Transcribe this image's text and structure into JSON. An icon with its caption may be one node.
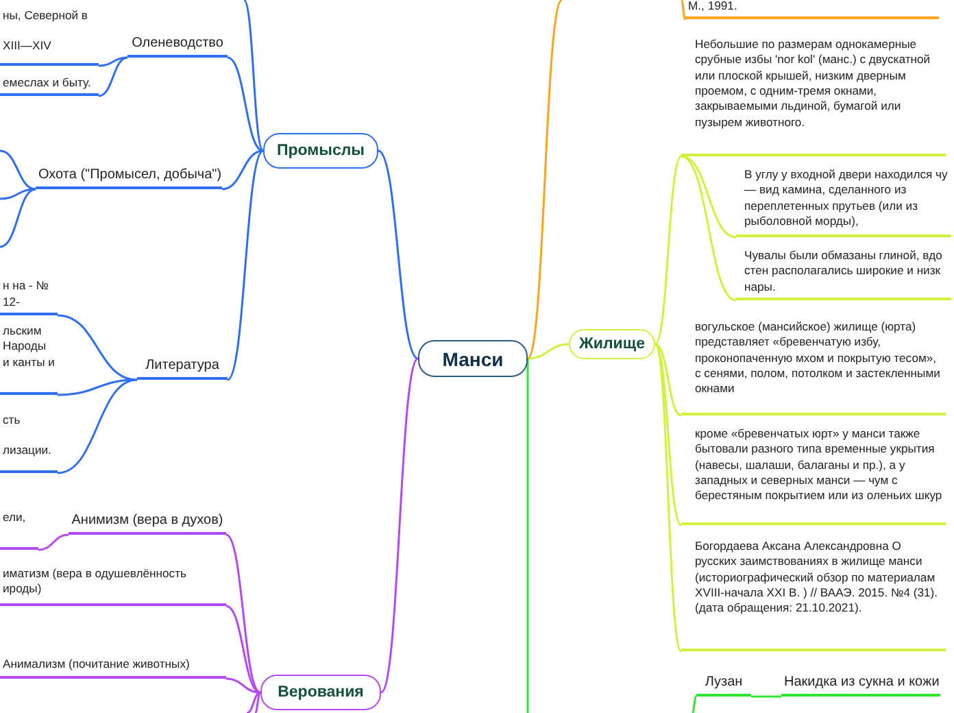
{
  "diagram": {
    "nodes": [
      {
        "text": [
          "Манси"
        ]
      },
      {
        "text": [
          "Промыслы"
        ]
      },
      {
        "text": [
          "Оленеводство"
        ]
      },
      {
        "text": [
          "ны, Северной в XIII—XIV"
        ]
      },
      {
        "text": [
          "емеслах и быту."
        ]
      },
      {
        "text": [
          "Охота (\"Промысел, добыча\")"
        ]
      },
      {
        "text": [
          "Литература"
        ]
      },
      {
        "text": [
          "н на - № 12-"
        ]
      },
      {
        "text": [
          "льским Народы и канты и"
        ]
      },
      {
        "text": [
          "сть лизации."
        ]
      },
      {
        "text": [
          "Верования"
        ]
      },
      {
        "text": [
          "Анимизм (вера в духов)"
        ]
      },
      {
        "text": [
          "ели,"
        ]
      },
      {
        "text": [
          "иматизм (вера в одушевлённость ироды)"
        ]
      },
      {
        "text": [
          "Анимализм (почитание животных)"
        ]
      },
      {
        "text": [
          "М., 1991."
        ]
      },
      {
        "text": [
          "Жилище"
        ]
      },
      {
        "text": [
          "Небольшие по размерам однокамерные срубные избы 'nor kol' (манс.) с двускатной или плоской крышей, низким дверным проемом, с одним-тремя окнами, закрываемыми льдиной, бумагой или пузырем животного."
        ]
      },
      {
        "text": [
          "В углу у входной двери находился чу — вид камина, сделанного из переплетенных прутьев (или из рыболовной морды),"
        ]
      },
      {
        "text": [
          "Чувалы были обмазаны глиной, вдо стен располагались широкие и низк нары."
        ]
      },
      {
        "text": [
          "вогульское (мансийское) жилище (юрта) представляет «бревенчатую избу, проконопаченную мхом и покрытую тесом», с сенями, полом, потолком и застекленными окнами"
        ]
      },
      {
        "text": [
          "кроме «бревенчатых юрт» у манси также бытовали разного типа временные укрытия (навесы, шалаши, балаганы и пр.), а у западных и северных манси — чум с берестяным покрытием или из оленьих шкур"
        ]
      },
      {
        "text": [
          "Богордаева Аксана Александровна О русских заимствованиях в жилище манси (историографический обзор по материалам XVIII-начала XXI В. ) // ВААЭ. 2015. №4 (31). (дата обращения: 21.10.2021)."
        ]
      },
      {
        "text": [
          "Лузан"
        ]
      },
      {
        "text": [
          "Накидка из сукна и кожи"
        ]
      }
    ],
    "edges": [
      {
        "from": 0,
        "to": 1,
        "arrow": "none"
      },
      {
        "from": 0,
        "to": 10,
        "arrow": "none",
        "color": "#b548f5"
      },
      {
        "from": 0,
        "to": 16,
        "arrow": "none",
        "color": "#d4f03c"
      },
      {
        "from": 0,
        "to": null,
        "arrow": "none",
        "color": "#ffa31a"
      },
      {
        "from": 0,
        "to": null,
        "arrow": "none",
        "color": "#2ee62e"
      },
      {
        "from": 1,
        "to": 2,
        "arrow": "none"
      },
      {
        "from": 1,
        "to": 5,
        "arrow": "none"
      },
      {
        "from": 1,
        "to": 6,
        "arrow": "none"
      },
      {
        "from": 1,
        "to": null,
        "arrow": "none"
      },
      {
        "from": 2,
        "to": 3,
        "arrow": "none"
      },
      {
        "from": 2,
        "to": 4,
        "arrow": "none"
      },
      {
        "from": 5,
        "to": null,
        "arrow": "none"
      },
      {
        "from": 5,
        "to": null,
        "arrow": "none"
      },
      {
        "from": 5,
        "to": null,
        "arrow": "none"
      },
      {
        "from": 6,
        "to": 7,
        "arrow": "none"
      },
      {
        "from": 6,
        "to": 8,
        "arrow": "none"
      },
      {
        "from": 6,
        "to": 9,
        "arrow": "none"
      },
      {
        "from": 10,
        "to": 11,
        "arrow": "none",
        "color": "#b548f5"
      },
      {
        "from": 10,
        "to": 13,
        "arrow": "none",
        "color": "#b548f5"
      },
      {
        "from": 10,
        "to": 14,
        "arrow": "none",
        "color": "#b548f5"
      },
      {
        "from": 10,
        "to": null,
        "arrow": "none",
        "color": "#b548f5"
      },
      {
        "from": 10,
        "to": null,
        "arrow": "none",
        "color": "#b548f5"
      },
      {
        "from": 11,
        "to": 12,
        "arrow": "none",
        "color": "#b548f5"
      },
      {
        "from": null,
        "to": 15,
        "arrow": "none",
        "color": "#ffa31a"
      },
      {
        "from": 16,
        "to": 17,
        "arrow": "none",
        "color": "#d4f03c"
      },
      {
        "from": 16,
        "to": 20,
        "arrow": "none",
        "color": "#d4f03c"
      },
      {
        "from": 16,
        "to": 21,
        "arrow": "none",
        "color": "#d4f03c"
      },
      {
        "from": 16,
        "to": 22,
        "arrow": "none",
        "color": "#d4f03c"
      },
      {
        "from": 17,
        "to": 18,
        "arrow": "none",
        "color": "#d4f03c"
      },
      {
        "from": 17,
        "to": 19,
        "arrow": "none",
        "color": "#d4f03c"
      },
      {
        "from": null,
        "to": 23,
        "arrow": "none",
        "color": "#2ee62e"
      },
      {
        "from": 23,
        "to": 24,
        "arrow": "none",
        "color": "#2ee62e"
      }
    ]
  }
}
